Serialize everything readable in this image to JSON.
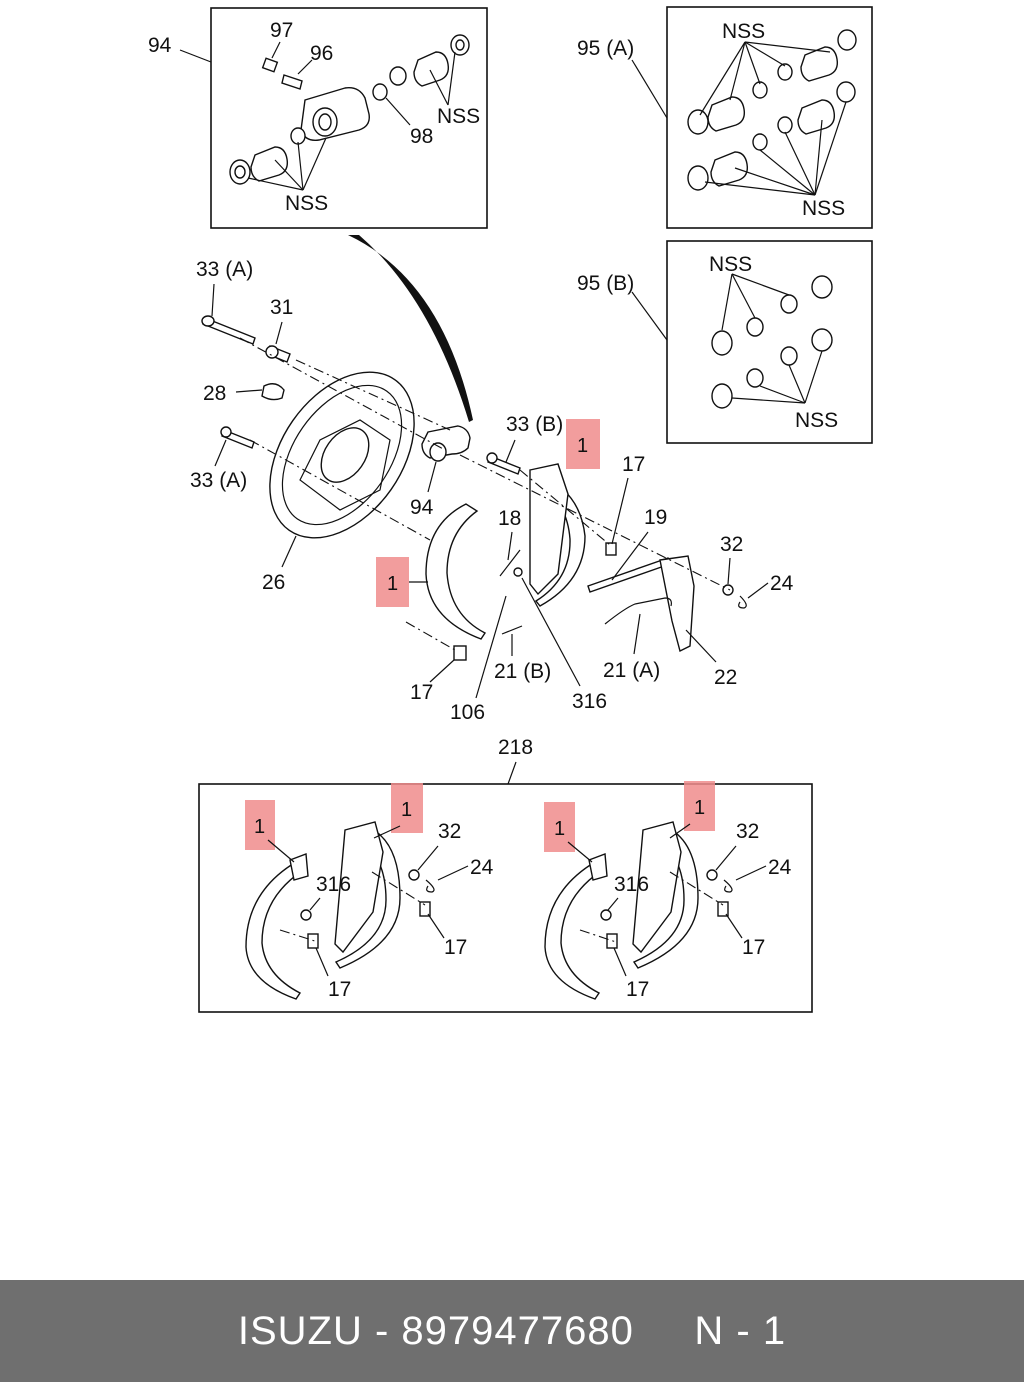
{
  "labels": {
    "l94a": "94",
    "l97": "97",
    "l96": "96",
    "l98": "98",
    "nss1": "NSS",
    "nss2": "NSS",
    "nss3": "NSS",
    "nss4": "NSS",
    "nss5": "NSS",
    "nss6": "NSS",
    "l95a": "95 (A)",
    "l95b": "95 (B)",
    "l33a1": "33 (A)",
    "l31": "31",
    "l28": "28",
    "l33a2": "33 (A)",
    "l26": "26",
    "l94b": "94",
    "l33b": "33 (B)",
    "l17a": "17",
    "l19": "19",
    "l18": "18",
    "l32a": "32",
    "l24a": "24",
    "l21b": "21 (B)",
    "l21a": "21 (A)",
    "l22": "22",
    "l17b": "17",
    "l106": "106",
    "l316a": "316",
    "l218": "218",
    "l32b": "32",
    "l24b": "24",
    "l316b": "316",
    "l17c": "17",
    "l17d": "17",
    "l32c": "32",
    "l24c": "24",
    "l316c": "316",
    "l17e": "17",
    "l17f": "17"
  },
  "highlights": {
    "h1": "1",
    "h2": "1",
    "h3": "1",
    "h4": "1",
    "h5": "1",
    "h6": "1"
  },
  "colors": {
    "highlight": "#f08c8c",
    "footer_bg": "#6f6f6f",
    "footer_text": "#ffffff"
  },
  "footer": {
    "text": "ISUZU - 8979477680     N - 1"
  }
}
